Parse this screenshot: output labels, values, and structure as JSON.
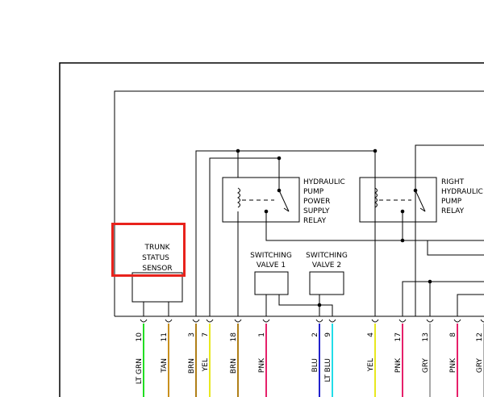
{
  "components": {
    "trunk_sensor": [
      "TRUNK",
      "STATUS",
      "SENSOR"
    ],
    "hyd_power_relay": [
      "HYDRAULIC",
      "PUMP",
      "POWER",
      "SUPPLY",
      "RELAY"
    ],
    "right_hyd_relay": [
      "RIGHT",
      "HYDRAULIC",
      "PUMP",
      "RELAY"
    ],
    "switching_valve_1": [
      "SWITCHING",
      "VALVE 1"
    ],
    "switching_valve_2": [
      "SWITCHING",
      "VALVE 2"
    ]
  },
  "highlight_color": "#e8221c",
  "pins": [
    {
      "pin": "10",
      "color": "LT GRN",
      "hex": "#22dd22"
    },
    {
      "pin": "11",
      "color": "TAN",
      "hex": "#c8901e"
    },
    {
      "pin": "3",
      "color": "BRN",
      "hex": "#b07f18"
    },
    {
      "pin": "7",
      "color": "YEL",
      "hex": "#e8e820"
    },
    {
      "pin": "18",
      "color": "BRN",
      "hex": "#b07f18"
    },
    {
      "pin": "1",
      "color": "PNK",
      "hex": "#e6206a"
    },
    {
      "pin": "2",
      "color": "BLU",
      "hex": "#2222cc"
    },
    {
      "pin": "9",
      "color": "LT BLU",
      "hex": "#22dde8"
    },
    {
      "pin": "4",
      "color": "YEL",
      "hex": "#e8e820"
    },
    {
      "pin": "17",
      "color": "PNK",
      "hex": "#e6206a"
    },
    {
      "pin": "13",
      "color": "GRY",
      "hex": "#a8a8a8"
    },
    {
      "pin": "8",
      "color": "PNK",
      "hex": "#e6206a"
    },
    {
      "pin": "12",
      "color": "GRY",
      "hex": "#a8a8a8"
    }
  ]
}
